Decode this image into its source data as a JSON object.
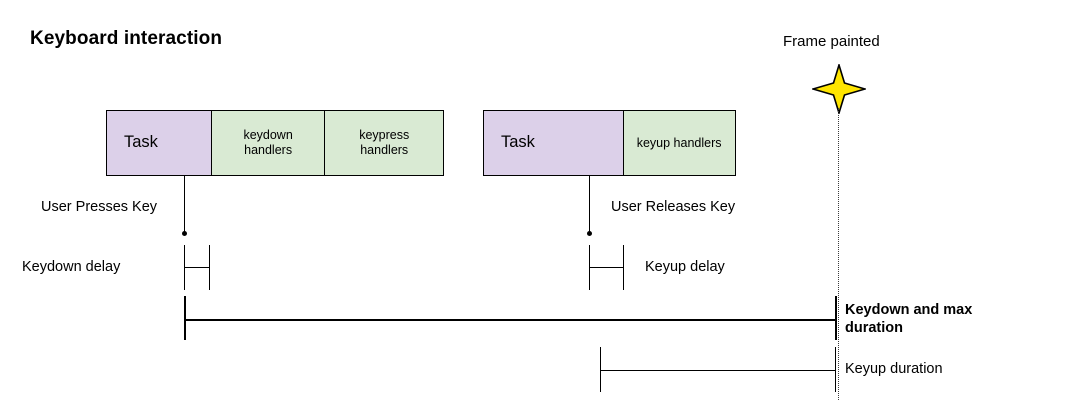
{
  "diagram": {
    "title": "Keyboard interaction",
    "frame_marker": {
      "label": "Frame painted",
      "icon": "four-point-star",
      "star_fill": "#ffe500",
      "star_stroke": "#000000"
    },
    "colors": {
      "task_fill": "#dcd0e9",
      "handler_fill": "#d9ead3",
      "stroke": "#000000",
      "dotted_guide": "#3a3a3a",
      "background": "#ffffff"
    },
    "tracks": [
      {
        "name": "keydown-track",
        "boxes": [
          {
            "label": "Task",
            "kind": "task"
          },
          {
            "label": "keydown\nhandlers",
            "line1": "keydown",
            "line2": "handlers",
            "kind": "handler"
          },
          {
            "label": "keypress\nhandlers",
            "line1": "keypress",
            "line2": "handlers",
            "kind": "handler"
          }
        ]
      },
      {
        "name": "keyup-track",
        "boxes": [
          {
            "label": "Task",
            "kind": "task"
          },
          {
            "label": "keyup handlers",
            "kind": "handler"
          }
        ]
      }
    ],
    "events": [
      {
        "name": "user-presses-key",
        "label": "User Presses Key"
      },
      {
        "name": "user-releases-key",
        "label": "User Releases Key"
      }
    ],
    "measures": [
      {
        "name": "keydown-delay",
        "label": "Keydown delay",
        "bold": false
      },
      {
        "name": "keyup-delay",
        "label": "Keyup delay",
        "bold": false
      },
      {
        "name": "keydown-and-max-duration",
        "label": "Keydown and max duration",
        "line1": "Keydown and max",
        "line2": "duration",
        "bold": true
      },
      {
        "name": "keyup-duration",
        "label": "Keyup duration",
        "bold": false
      }
    ]
  }
}
